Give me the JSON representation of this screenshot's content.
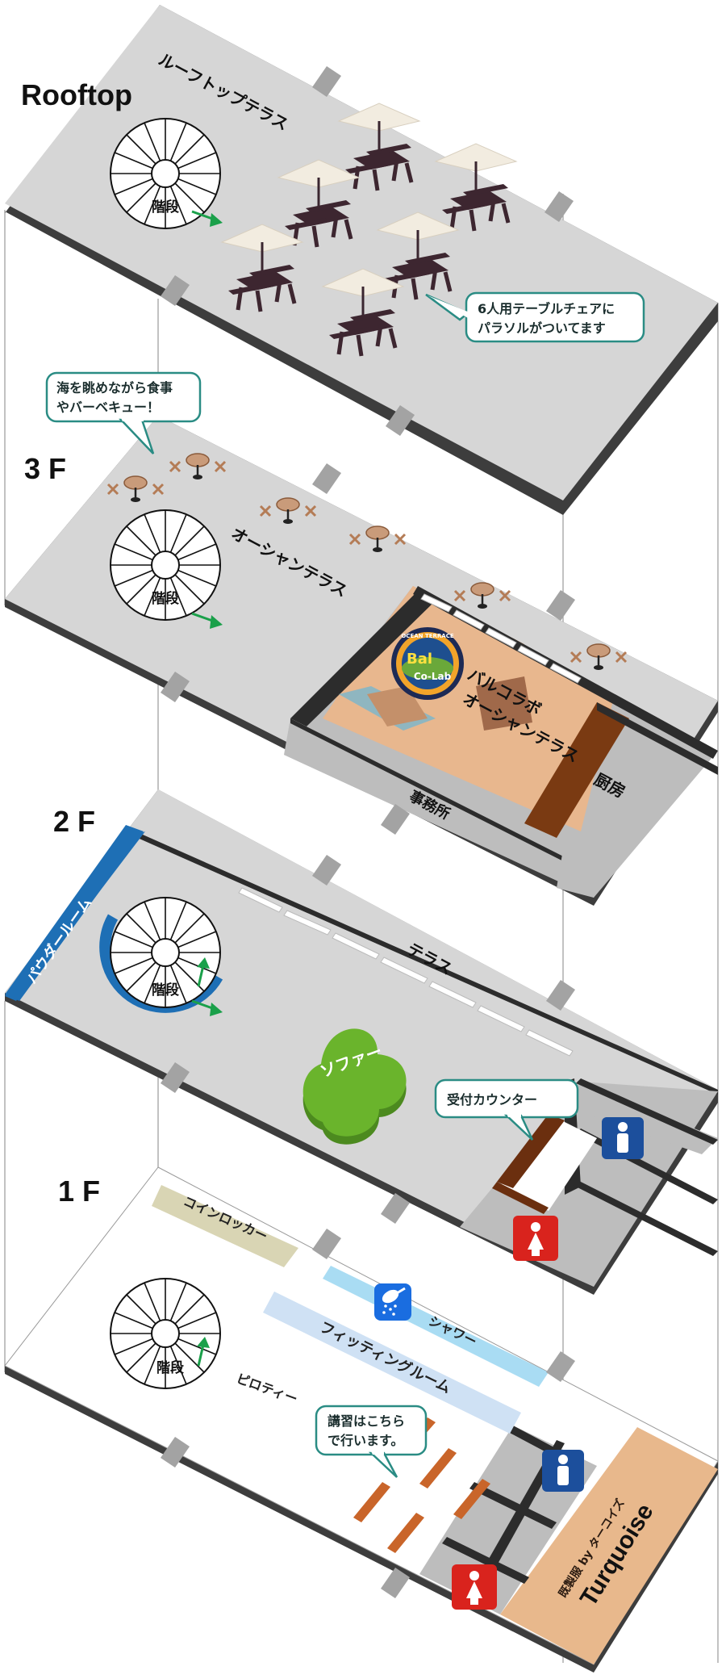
{
  "floors": {
    "rooftop": {
      "label": "Rooftop",
      "area": "ルーフトップテラス",
      "stairs": "階段",
      "callout": [
        "6人用テーブルチェアに",
        "パラソルがついてます"
      ]
    },
    "f3": {
      "label": "3 F",
      "area": "オーシャンテラス",
      "stairs": "階段",
      "callout": [
        "海を眺めながら食事",
        "やバーベキュー！"
      ],
      "cafe": [
        "バルコラボ",
        "オーシャンテラス"
      ],
      "logo": [
        "OCEAN TERRACE",
        "Bal",
        "Co-Lab"
      ],
      "kitchen": "厨房",
      "office": "事務所"
    },
    "f2": {
      "label": "2 F",
      "powder_room": "パウダールーム",
      "terrace": "テラス",
      "sofa": "ソファー",
      "stairs": "階段",
      "callout": "受付カウンター"
    },
    "f1": {
      "label": "1 F",
      "coin_locker": "コインロッカー",
      "shower": "シャワー",
      "fitting_room": "フィッティングルーム",
      "piloti": "ピロティー",
      "stairs": "階段",
      "callout": [
        "講習はこちら",
        "で行います。"
      ],
      "shop_sub": "既製服 by ターコイズ",
      "shop": "Turquoise"
    }
  },
  "colors": {
    "floor_gray": "#d6d6d6",
    "floor_white": "#ffffff",
    "cafe_floor": "#e8b78e",
    "sofa_green": "#6ab42c",
    "powder_blue": "#1e6fb5",
    "shower_light_blue": "#a9dcf3",
    "fitting_light_blue": "#cfe1f4",
    "locker_khaki": "#d9d5b4",
    "shop_tan": "#e8b88c",
    "callout_border": "#2a8c84",
    "arrow_green": "#1aa04a",
    "male_icon": "#1c4f9c",
    "female_icon": "#d9231d"
  },
  "icons": [
    "stairs-icon",
    "arrow-icon",
    "parasol-table-icon",
    "cafe-table-icon",
    "shower-icon",
    "male-restroom-icon",
    "female-restroom-icon"
  ]
}
